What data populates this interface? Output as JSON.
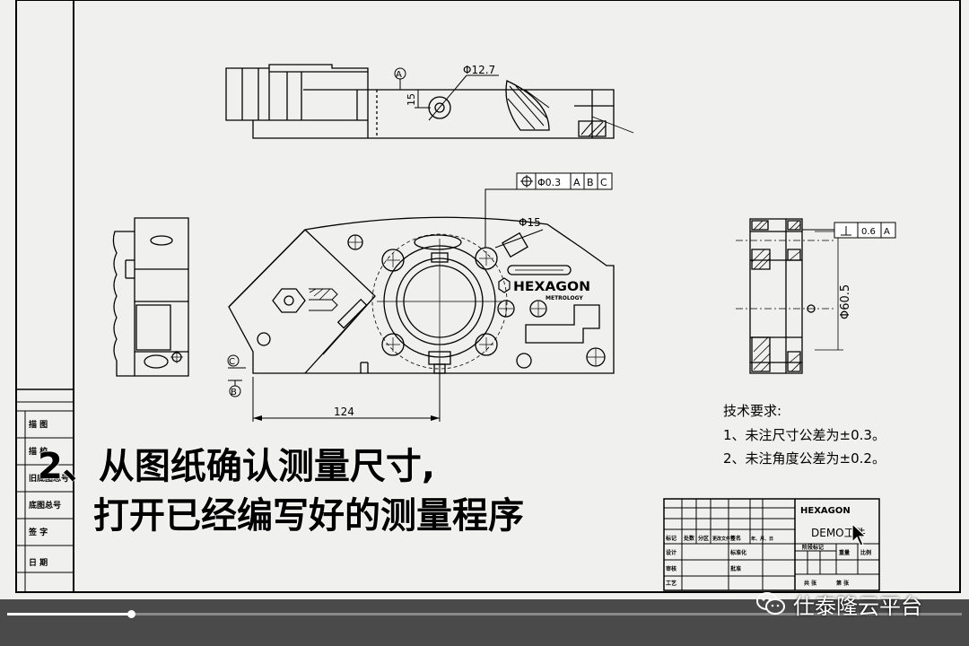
{
  "drawing": {
    "datum_a": "A",
    "datum_b": "B",
    "datum_c": "C",
    "dim_d12_7": "Φ12.7",
    "dim_15": "15",
    "dim_d15": "Φ15",
    "dim_124": "124",
    "dim_d60_5": "Φ60.5",
    "fcf_pos_tol": "Φ0.3",
    "fcf_pos_a": "A",
    "fcf_pos_b": "B",
    "fcf_pos_c": "C",
    "fcf_perp_tol": "0.6",
    "fcf_perp_a": "A",
    "logo_text": "HEXAGON",
    "logo_sub": "METROLOGY",
    "tech_title": "技术要求:",
    "tech_line1": "1、未注尺寸公差为±0.3。",
    "tech_line2": "2、未注角度公差为±0.2。",
    "side_table": [
      "描 图",
      "描 校",
      "旧底图总号",
      "底图总号",
      "签 字",
      "日 期"
    ],
    "title_block": {
      "company": "HEXAGON",
      "part_name": "DEMO工件",
      "headers": [
        "标记",
        "处数",
        "分区",
        "更改文件号",
        "签名",
        "年、月、日"
      ],
      "roles": [
        "设计",
        "审核",
        "工艺"
      ],
      "mid_labels": [
        "标准化",
        "批准"
      ],
      "stage_labels": [
        "阶段标记",
        "重量",
        "比例"
      ],
      "sheet_labels": [
        "共 张",
        "第 张"
      ]
    }
  },
  "caption": {
    "line1": "2、从图纸确认测量尺寸,",
    "line2": "打开已经编写好的测量程序"
  },
  "video": {
    "progress": 0.13
  },
  "watermark": {
    "text": "仕泰隆云平台",
    "icon": "wechat-icon"
  }
}
